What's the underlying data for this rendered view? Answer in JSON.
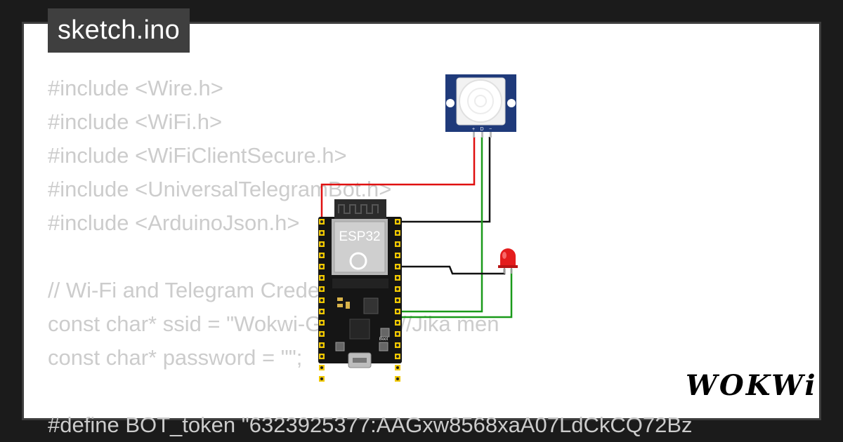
{
  "tab_title": "sketch.ino",
  "code_lines": [
    "#include <Wire.h>",
    "#include <WiFi.h>",
    "#include <WiFiClientSecure.h>",
    "#include <UniversalTelegramBot.h>",
    "#include <ArduinoJson.h>",
    "",
    "// Wi-Fi and Telegram Credentials",
    "const char* ssid = \"Wokwi-GUEST\"; //Jika men",
    "const char* password = \"\";",
    "",
    "#define BOT_token \"6323925377:AAGxw8568xaA07LdCkCQ72Bz"
  ],
  "board_label": "ESP32",
  "board_button_label": "Boot",
  "pir_pin_labels": [
    "+",
    "D",
    "−"
  ],
  "logo_text": "WOKWi",
  "colors": {
    "background": "#1b1b1b",
    "card": "#ffffff",
    "tab": "#3f3f3f",
    "code_text": "#cccccc",
    "wire_red": "#e01010",
    "wire_black": "#111111",
    "wire_green": "#1a9a1a",
    "led": "#e41d1d",
    "pir_board": "#1f3a7a"
  }
}
